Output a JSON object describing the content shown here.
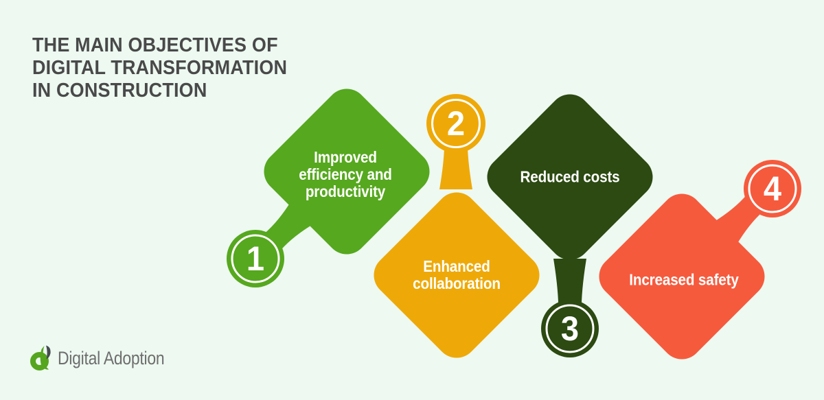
{
  "background_color": "#edf9f1",
  "title": {
    "text": "THE MAIN OBJECTIVES OF\nDIGITAL TRANSFORMATION\nIN CONSTRUCTION",
    "color": "#494949"
  },
  "items": [
    {
      "number": "1",
      "label": "Improved\nefficiency and\nproductivity",
      "color": "#56a81e"
    },
    {
      "number": "2",
      "label": "Enhanced\ncollaboration",
      "color": "#eea908"
    },
    {
      "number": "3",
      "label": "Reduced costs",
      "color": "#2c4a11"
    },
    {
      "number": "4",
      "label": "Increased safety",
      "color": "#f65a3d"
    }
  ],
  "badge": {
    "ring_color": "#ffffff",
    "number_color": "#ffffff"
  },
  "label_text_color": "#ffffff",
  "logo": {
    "text": "Digital Adoption",
    "text_color": "#6e6e6e",
    "mark_green": "#55a51e",
    "mark_dark": "#454b4f"
  }
}
